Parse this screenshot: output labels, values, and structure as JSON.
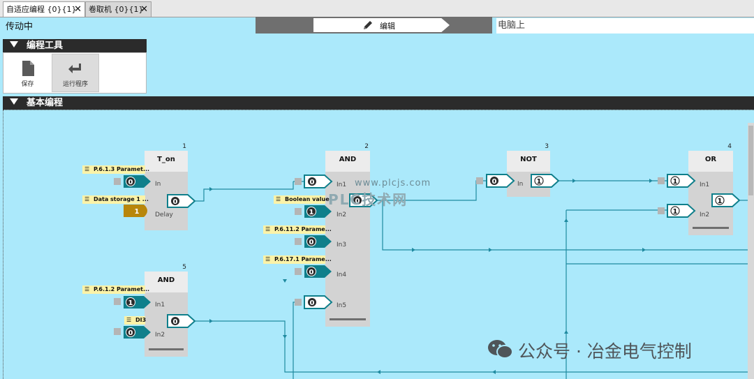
{
  "tabs": [
    {
      "label": "自适应编程 {0}{1}",
      "active": true
    },
    {
      "label": "卷取机 {0}{1}",
      "active": false
    }
  ],
  "status": {
    "mode": "传动中",
    "edit_label": "编辑",
    "device": "电脑上"
  },
  "sections": {
    "tools": "编程工具",
    "basic": "基本编程"
  },
  "tools": [
    {
      "label": "保存",
      "icon": "file-icon"
    },
    {
      "label": "运行程序",
      "icon": "return-arrow-icon"
    }
  ],
  "blocks": [
    {
      "id": "1",
      "title": "T_on",
      "inputs": [
        "In",
        "Delay"
      ]
    },
    {
      "id": "2",
      "title": "AND",
      "inputs": [
        "In1",
        "In2",
        "In3",
        "In4",
        "In5"
      ]
    },
    {
      "id": "3",
      "title": "NOT",
      "inputs": [
        "In"
      ]
    },
    {
      "id": "4",
      "title": "OR",
      "inputs": [
        "In1",
        "In2"
      ]
    },
    {
      "id": "5",
      "title": "AND",
      "inputs": [
        "In1",
        "In2"
      ]
    }
  ],
  "tags": [
    "P.6.1.3 Paramet...",
    "Data storage 1 ...",
    "Boolean value",
    "P.6.11.2 Parame...",
    "P.6.17.1 Parame...",
    "P.6.1.2 Paramet...",
    "DI3"
  ],
  "signals": {
    "zero": "0",
    "one": "1"
  },
  "watermark": {
    "site": "www.plcjs.com",
    "brand": "PLC技术网",
    "wechat": "公众号 · 冶金电气控制"
  },
  "colors": {
    "canvas": "#abe9fb",
    "teal": "#0f7f8b",
    "wire": "#1f8aa0",
    "constant": "#b8860b",
    "tag": "#fbf3a8"
  }
}
